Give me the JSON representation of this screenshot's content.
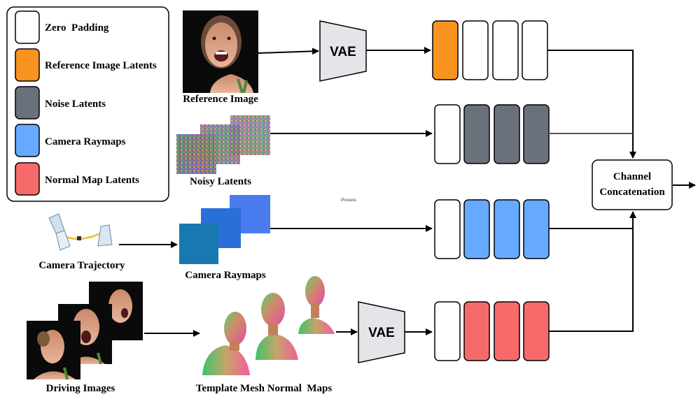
{
  "legend": {
    "items": [
      {
        "label": "Zero  Padding",
        "color": "#ffffff"
      },
      {
        "label": "Reference Image Latents",
        "color": "#f7931e"
      },
      {
        "label": "Noise Latents",
        "color": "#6b717b"
      },
      {
        "label": "Camera Raymaps",
        "color": "#66aaff"
      },
      {
        "label": "Normal Map Latents",
        "color": "#f76a6a"
      }
    ]
  },
  "captions": {
    "reference_image": "Reference Image",
    "noisy_latents": "Noisy Latents",
    "camera_trajectory": "Camera Trajectory",
    "camera_raymaps": "Camera Raymaps",
    "driving_images": "Driving Images",
    "template_mesh": "Template Mesh Normal  Maps"
  },
  "vae": {
    "label": "VAE"
  },
  "concat": {
    "line1": "Channel",
    "line2": "Concatenation"
  },
  "process_note": "Process"
}
